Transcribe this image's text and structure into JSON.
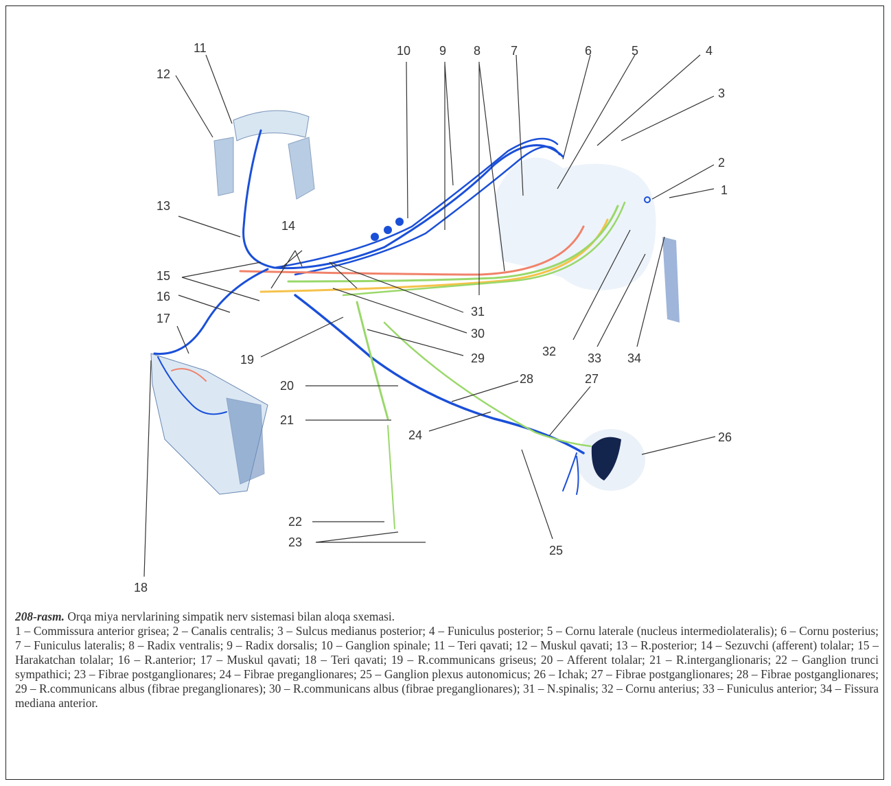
{
  "figure": {
    "numbers": [
      "1",
      "2",
      "3",
      "4",
      "5",
      "6",
      "7",
      "8",
      "9",
      "10",
      "11",
      "12",
      "13",
      "14",
      "15",
      "16",
      "17",
      "18",
      "19",
      "20",
      "21",
      "22",
      "23",
      "24",
      "25",
      "26",
      "27",
      "28",
      "29",
      "30",
      "31",
      "32",
      "33",
      "34"
    ]
  },
  "caption": {
    "label": "208-rasm.",
    "title": "Orqa miya nervlarining simpatik nerv sistemasi bilan aloqa sxemasi.",
    "legend": "1 – Commissura anterior grisea; 2 – Canalis centralis; 3 – Sulcus medianus posterior; 4 – Funiculus posterior; 5 – Cornu laterale (nucleus intermediolateralis); 6 – Cornu posterius; 7 – Funiculus lateralis; 8 – Radix ventralis; 9 – Radix dorsalis; 10 – Ganglion spinale; 11 – Teri qavati; 12 – Muskul qavati; 13 – R.posterior; 14 – Sezuvchi (afferent) tolalar; 15 – Harakatchan tolalar; 16 – R.anterior; 17 – Muskul qavati; 18 – Teri qavati; 19 – R.communicans griseus; 20 – Afferent tolalar; 21 – R.interganglionaris; 22 – Ganglion trunci sympathici; 23 – Fibrae postganglionares; 24 – Fibrae preganglionares; 25 – Ganglion plexus autonomicus; 26 – Ichak; 27 – Fibrae postganglionares; 28 – Fibrae postganglionares; 29 – R.communicans albus (fibrae preganglionares); 30 – R.communicans albus (fibrae preganglionares); 31 – N.spinalis; 32 – Cornu anterius; 33 – Funiculus anterior; 34 – Fissura mediana anterior."
  },
  "colors": {
    "afferent": "#1a4fd8",
    "efferent": "#f0826a",
    "preganglionic": "#9ad86a",
    "postganglionic": "#f5c24a",
    "tissue": "#8fb4d9",
    "leader": "#333333"
  }
}
